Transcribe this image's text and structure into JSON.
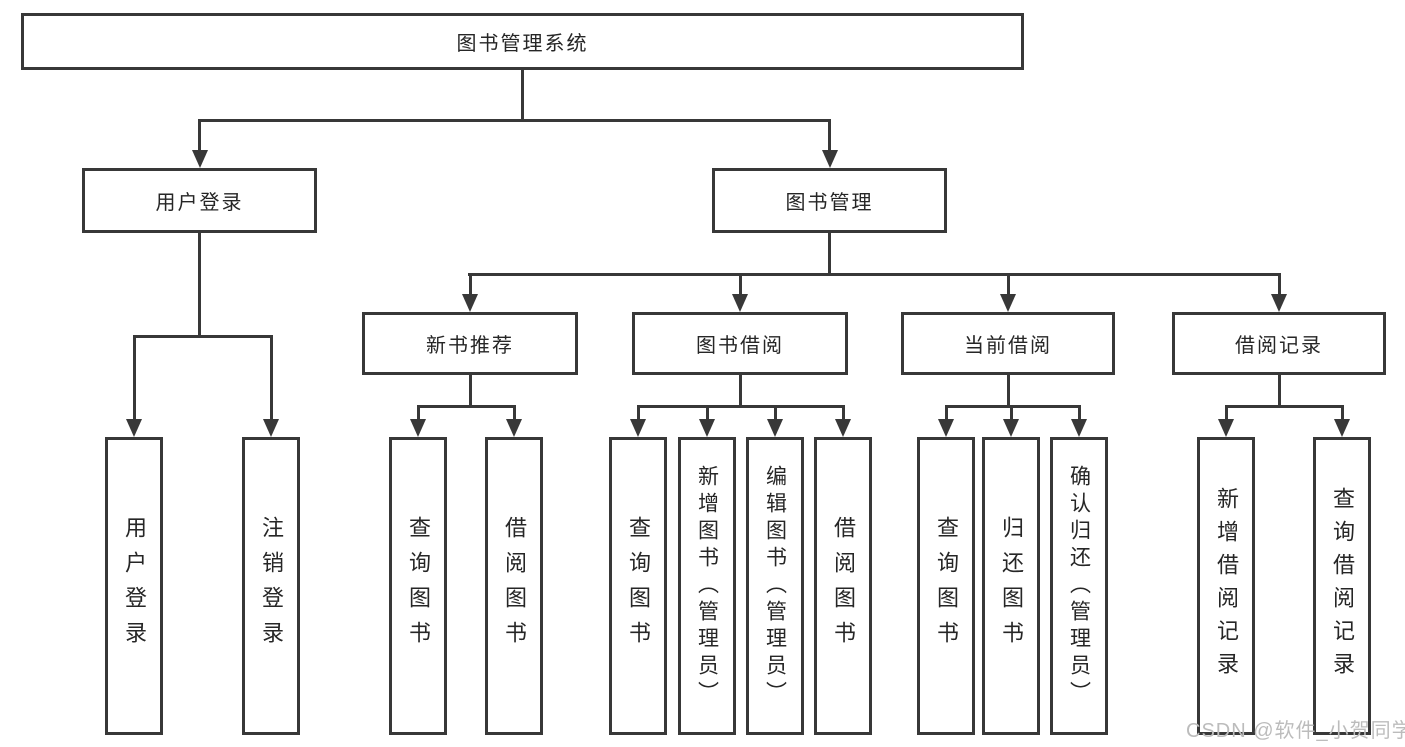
{
  "diagram": {
    "root": {
      "label": "图书管理系统",
      "children": [
        {
          "label": "用户登录",
          "children": [
            {
              "label": "用户登录"
            },
            {
              "label": "注销登录"
            }
          ]
        },
        {
          "label": "图书管理",
          "children": [
            {
              "label": "新书推荐",
              "children": [
                {
                  "label": "查询图书"
                },
                {
                  "label": "借阅图书"
                }
              ]
            },
            {
              "label": "图书借阅",
              "children": [
                {
                  "label": "查询图书"
                },
                {
                  "label": "新增图书（管理员）"
                },
                {
                  "label": "编辑图书（管理员）"
                },
                {
                  "label": "借阅图书"
                }
              ]
            },
            {
              "label": "当前借阅",
              "children": [
                {
                  "label": "查询图书"
                },
                {
                  "label": "归还图书"
                },
                {
                  "label": "确认归还（管理员）"
                }
              ]
            },
            {
              "label": "借阅记录",
              "children": [
                {
                  "label": "新增借阅记录"
                },
                {
                  "label": "查询借阅记录"
                }
              ]
            }
          ]
        }
      ]
    }
  },
  "watermark": {
    "text": "CSDN @软件_小贺同学"
  },
  "colors": {
    "line": "#383838",
    "text": "#262626",
    "watermark": "#bcbcbc",
    "background": "#ffffff"
  }
}
